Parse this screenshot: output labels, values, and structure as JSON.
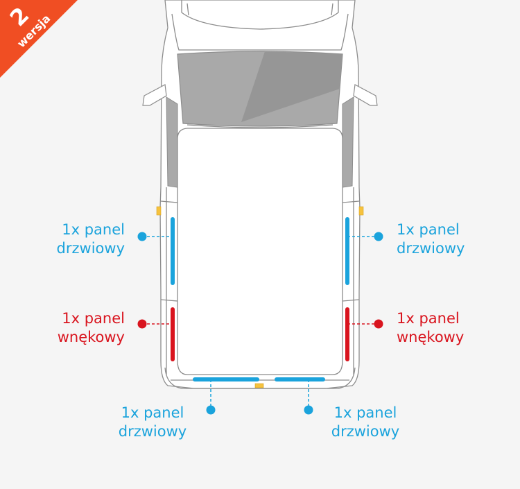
{
  "badge": {
    "number": "2",
    "word": "wersja",
    "color": "#f04e23"
  },
  "colors": {
    "door": "#1aa3dc",
    "arch": "#d9141e",
    "car_outline": "#8c8c8c",
    "car_fill": "#ffffff",
    "glass": "#a9a9a9"
  },
  "labels": {
    "left_door": {
      "line1": "1x panel",
      "line2": "drzwiowy"
    },
    "right_door": {
      "line1": "1x panel",
      "line2": "drzwiowy"
    },
    "left_arch": {
      "line1": "1x panel",
      "line2": "wnękowy"
    },
    "right_arch": {
      "line1": "1x panel",
      "line2": "wnękowy"
    },
    "rear_left": {
      "line1": "1x panel",
      "line2": "drzwiowy"
    },
    "rear_right": {
      "line1": "1x panel",
      "line2": "drzwiowy"
    }
  }
}
